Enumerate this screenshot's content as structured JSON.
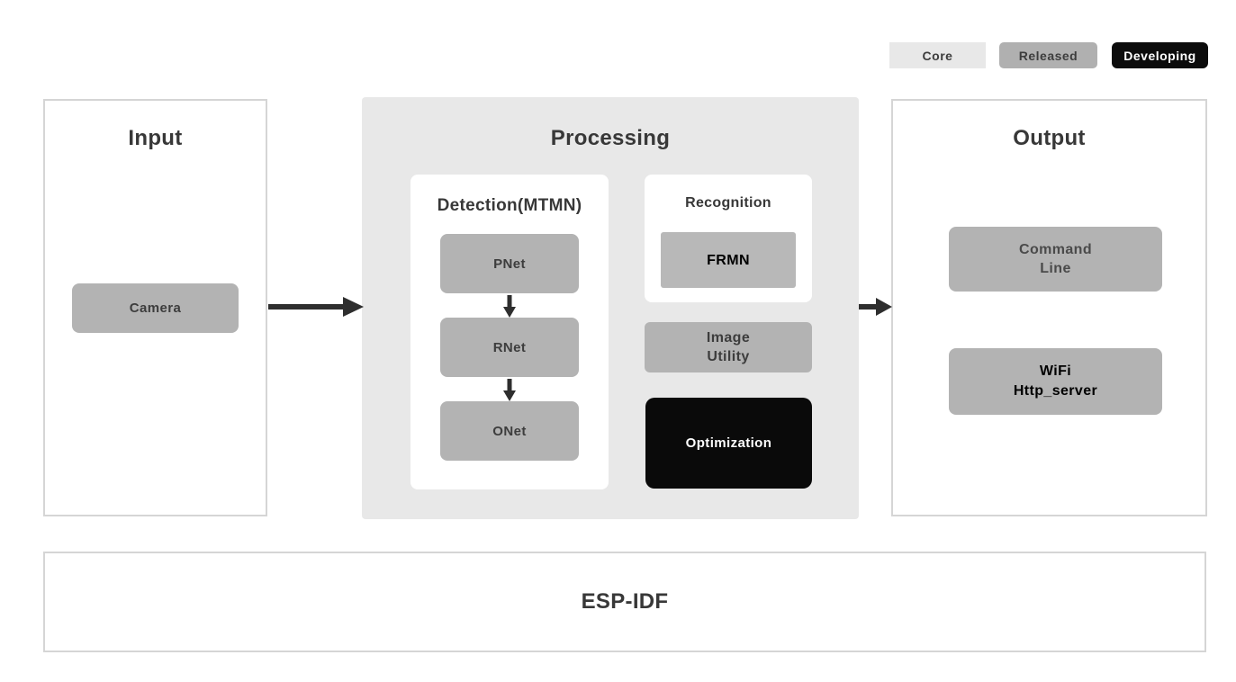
{
  "legend": {
    "items": [
      {
        "id": "core",
        "label": "Core"
      },
      {
        "id": "released",
        "label": "Released"
      },
      {
        "id": "developing",
        "label": "Developing"
      }
    ]
  },
  "colors": {
    "core_bg": "#e8e8e8",
    "released_bg": "#b0b0b0",
    "developing_bg": "#0c0c0c",
    "node_gray": "#b3b3b3",
    "processing_panel_bg": "#e8e8e8",
    "panel_border": "#d5d5d5",
    "title_text": "#383838",
    "node_text": "#3d3d3d",
    "arrow": "#2e2e2e"
  },
  "input": {
    "title": "Input",
    "nodes": [
      {
        "label": "Camera"
      }
    ]
  },
  "processing": {
    "title": "Processing",
    "detection": {
      "title": "Detection(MTMN)",
      "nodes": [
        {
          "label": "PNet"
        },
        {
          "label": "RNet"
        },
        {
          "label": "ONet"
        }
      ]
    },
    "recognition": {
      "title": "Recognition",
      "nodes": [
        {
          "label": "FRMN"
        }
      ]
    },
    "image_utility": {
      "lines": [
        "Image",
        "Utility"
      ]
    },
    "optimization": {
      "label": "Optimization"
    }
  },
  "output": {
    "title": "Output",
    "nodes": [
      {
        "lines": [
          "Command",
          "Line"
        ]
      },
      {
        "lines": [
          "WiFi",
          "Http_server"
        ]
      }
    ]
  },
  "foundation": {
    "title": "ESP-IDF"
  }
}
